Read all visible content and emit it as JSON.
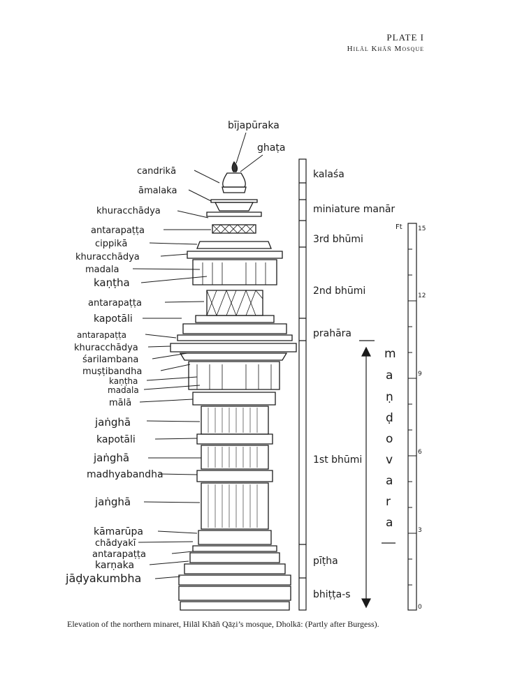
{
  "header": {
    "plate": "PLATE I",
    "subtitle": "Hilāl Khāñ Mosque"
  },
  "left_labels": [
    "bījapūraka",
    "ghaṭa",
    "candrikā",
    "āmalaka",
    "khuracchādya",
    "antarapaṭṭa",
    "cippikā",
    "khuracchādya",
    "madala",
    "kaṇṭha",
    "antarapaṭṭa",
    "kapotāli",
    "antarapaṭṭa",
    "khuracchādya",
    "śarilambana",
    "muṣṭibandha",
    "kaṇṭha",
    "madala",
    "mālā",
    "jaṅghā",
    "kapotāli",
    "jaṅghā",
    "madhyabandha",
    "jaṅghā",
    "kāmarūpa",
    "chādyakī",
    "antarapaṭṭa",
    "karṇaka",
    "jāḍyakumbha"
  ],
  "zones": [
    "kalaśa",
    "miniature manār",
    "3rd bhūmi",
    "2nd bhūmi",
    "prahāra",
    "1st bhūmi",
    "pīṭha",
    "bhiṭṭa-s"
  ],
  "vertical_word": [
    "m",
    "a",
    "ṇ",
    "ḍ",
    "o",
    "v",
    "a",
    "r",
    "a"
  ],
  "scale": {
    "unit": "Ft",
    "ticks": [
      "15",
      "12",
      "9",
      "6",
      "3",
      "0"
    ]
  },
  "caption": "Elevation of the northern minaret, Hilāl Khāñ Qāẓi’s mosque, Dholkā: (Partly after Burgess)."
}
